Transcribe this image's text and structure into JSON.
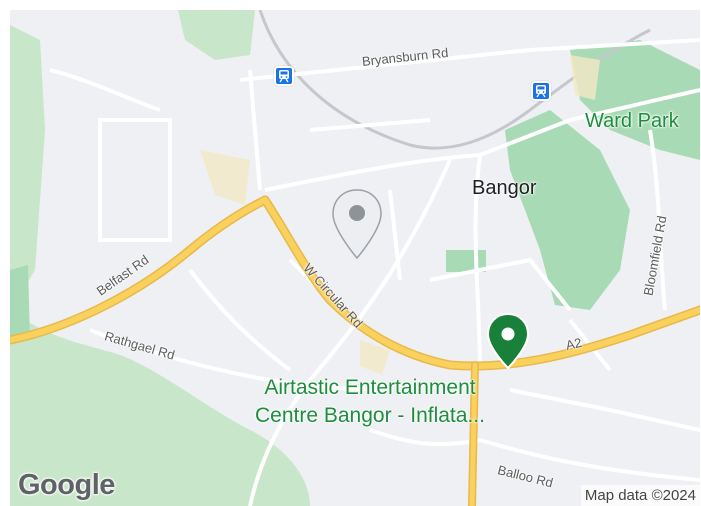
{
  "map": {
    "colors": {
      "land": "#eef0f3",
      "park": "#a8dab5",
      "park_light": "#c8e6c9",
      "minor_road": "#ffffff",
      "major_road": "#fbd15e",
      "major_road_edge": "#e7b84b",
      "rail": "#c4c7cc",
      "transit_icon": "#1a73e8",
      "poi_pin": "#188038",
      "searched_pin": "#8e9398"
    },
    "roads": {
      "bryansburn": "Bryansburn Rd",
      "belfast": "Belfast Rd",
      "rathgael": "Rathgael Rd",
      "w_circular": "W Circular Rd",
      "a2": "A2",
      "bloomfield": "Bloomfield Rd",
      "balloo": "Balloo Rd"
    },
    "places": {
      "town": "Bangor",
      "park": "Ward Park"
    },
    "poi": {
      "name_line1": "Airtastic Entertainment",
      "name_line2": "Centre Bangor - Inflata..."
    },
    "icons": {
      "rail_station": "train-station-icon",
      "poi": "map-pin-icon",
      "searched": "searched-location-pin-icon"
    },
    "logo": "Google",
    "attribution": "Map data ©2024"
  }
}
